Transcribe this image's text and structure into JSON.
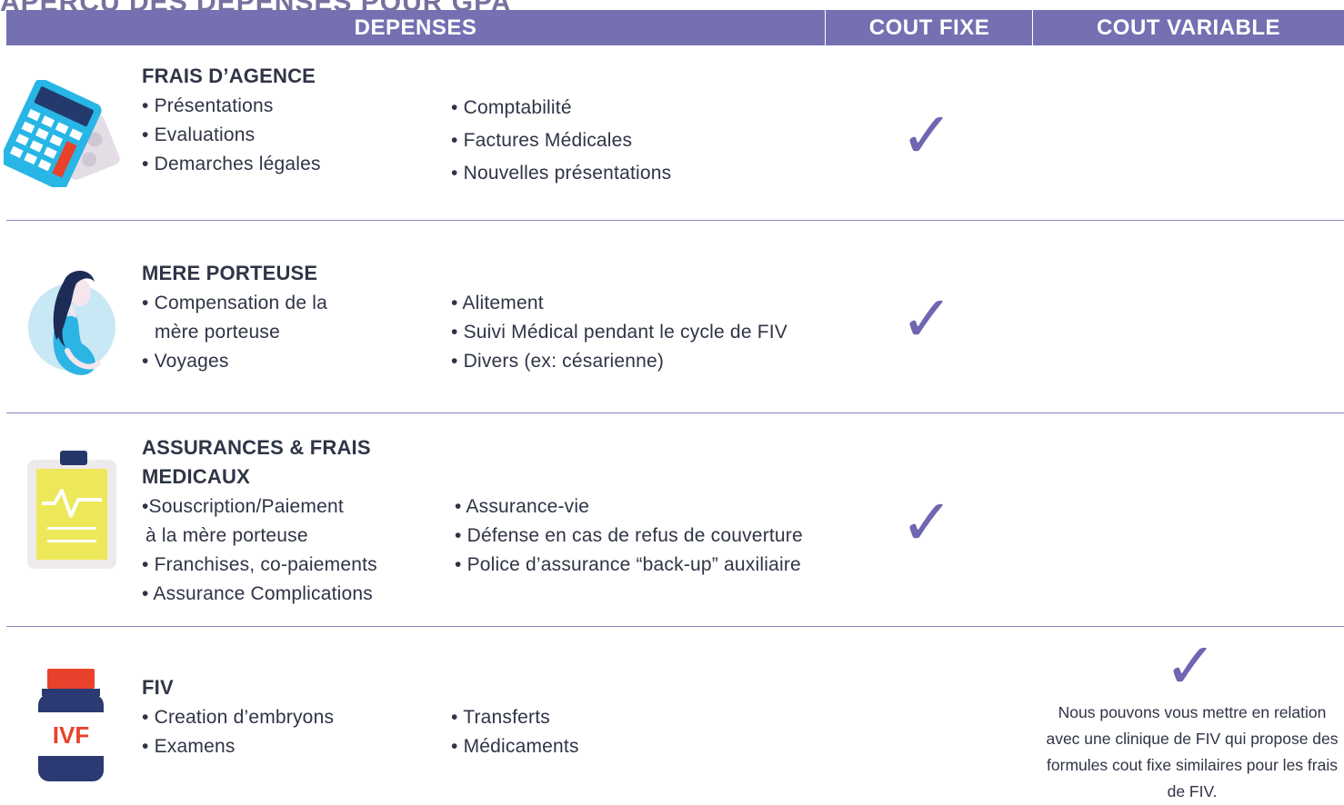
{
  "page": {
    "title": "APERCU DES DEPENSES POUR GPA"
  },
  "header": {
    "depenses": "DEPENSES",
    "cout_fixe": "COUT FIXE",
    "cout_variable": "COUT VARIABLE"
  },
  "rows": [
    {
      "title": "FRAIS D’AGENCE",
      "icon": "calculator-icon",
      "col1": [
        "• Présentations",
        "• Evaluations",
        "• Demarches légales"
      ],
      "col2": [
        "• Comptabilité",
        "• Factures Médicales",
        "• Nouvelles présentations"
      ],
      "cout_fixe": true,
      "cout_variable": false
    },
    {
      "title": "MERE PORTEUSE",
      "icon": "pregnant-woman-icon",
      "col1": [
        "• Compensation de la",
        "  mère porteuse",
        "• Voyages"
      ],
      "col2": [
        "• Alitement",
        "• Suivi Médical pendant le cycle de FIV",
        "• Divers (ex: césarienne)"
      ],
      "cout_fixe": true,
      "cout_variable": false
    },
    {
      "title_line1": "ASSURANCES & FRAIS",
      "title_line2": "MEDICAUX",
      "icon": "medical-clipboard-icon",
      "col1": [
        "•Souscription/Paiement",
        " à la mère porteuse",
        "• Franchises, co-paiements",
        "• Assurance Complications"
      ],
      "col2": [
        "• Assurance-vie",
        "• Défense en cas de refus de couverture",
        "• Police d’assurance “back-up” auxiliaire"
      ],
      "cout_fixe": true,
      "cout_variable": false
    },
    {
      "title": "FIV",
      "icon": "ivf-bottle-icon",
      "icon_label": "IVF",
      "col1": [
        "• Creation d’embryons",
        "• Examens"
      ],
      "col2": [
        "• Transferts",
        "• Médicaments"
      ],
      "cout_fixe": false,
      "cout_variable": true,
      "variable_note": "Nous pouvons vous mettre en relation avec une clinique de FIV qui propose des formules cout fixe similaires pour les frais de FIV."
    }
  ],
  "check_symbol": "✓",
  "colors": {
    "header_bg": "#7570b2",
    "check": "#6f66b2",
    "text": "#2f3446",
    "separator": "#8d88c0",
    "icon_blue": "#29b8e8",
    "icon_red": "#e8412c",
    "icon_yellow": "#ece85a",
    "icon_navy": "#2b3a72"
  }
}
